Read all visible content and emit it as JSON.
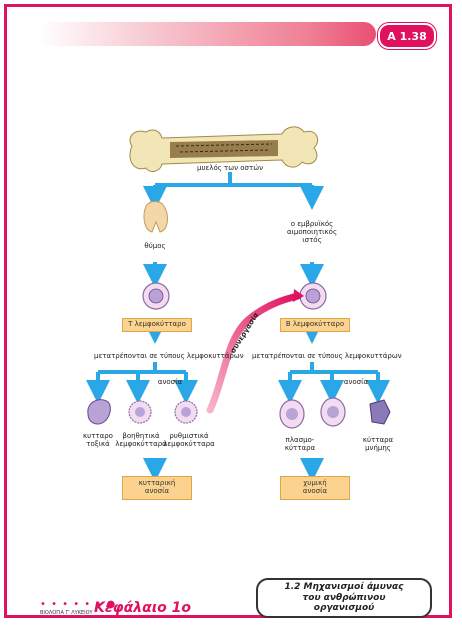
{
  "header": {
    "page_badge": "Α 1.38"
  },
  "diagram": {
    "bone_label": "μυελός των οστών",
    "left_branch": {
      "organ_label": "θύμος",
      "cell_box": "Τ λεμφοκύτταρο",
      "process_label": "μετατρέπονται σε τύπους λεμφοκυττάρων",
      "group_label": "ανοσία",
      "cell_types": [
        "κυτταρο\nτοξικά",
        "βοηθητικά\nλεμφοκύτταρα",
        "ρυθμιστικά\nλεμφοκύτταρα"
      ],
      "result_box": "κυτταρική\nανοσία"
    },
    "right_branch": {
      "organ_label": "ο εμβρυϊκός\nαιμοποιητικός\nιστός",
      "cell_box": "Β λεμφοκύτταρο",
      "process_label": "μετατρέπονται σε τύπους λεμφοκυττάρων",
      "group_label": "ανοσία",
      "cell_types": [
        "πλασμο-\nκύτταρα",
        "κύτταρα\nμνήμης"
      ],
      "result_box": "χυμική\nανοσία"
    },
    "cross_label": "συνεργασία"
  },
  "footer": {
    "dots": "• • • • • • ●",
    "note": "ΒΙΟΛΟΓΙΑ Γ' ΛΥΚΕΙΟΥ",
    "chapter_title": "Κεφάλαιο 1ο",
    "section_title": "1.2 Μηχανισμοί άμυνας\nτου ανθρώπινου\nοργανισμού"
  },
  "colors": {
    "accent": "#e0115f",
    "arrow": "#2aa7e6",
    "box_fill": "#fbd38f"
  }
}
